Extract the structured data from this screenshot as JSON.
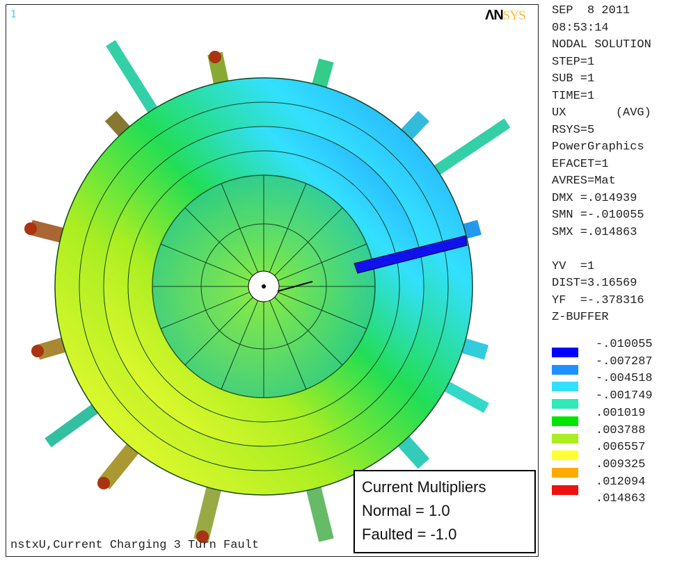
{
  "viewport": {
    "window_number": "1",
    "logo_main": "ΛN",
    "logo_rest": "SYS",
    "caption": "nstxU,Current Charging 3 Turn Fault"
  },
  "info_box": {
    "title": "Current Multipliers",
    "normal": "Normal = 1.0",
    "faulted": "Faulted = -1.0"
  },
  "panel": {
    "date": "SEP  8 2011",
    "time": "08:53:14",
    "solution": "NODAL SOLUTION",
    "step": "STEP=1",
    "sub": "SUB =1",
    "time_val": "TIME=1",
    "ux": "UX       (AVG)",
    "rsys": "RSYS=5",
    "graphics": "PowerGraphics",
    "efacet": "EFACET=1",
    "avres": "AVRES=Mat",
    "dmx": "DMX =.014939",
    "smn": "SMN =-.010055",
    "smx": "SMX =.014863",
    "yv": "YV  =1",
    "dist": "DIST=3.16569",
    "yf": "YF  =-.378316",
    "zbuffer": "Z-BUFFER"
  },
  "legend": [
    {
      "label": "-.010055",
      "color": "#0000ff"
    },
    {
      "label": "-.007287",
      "color": "#1e90ff"
    },
    {
      "label": "-.004518",
      "color": "#33e0ff"
    },
    {
      "label": "-.001749",
      "color": "#33e8b8"
    },
    {
      "label": ".001019",
      "color": "#00e600"
    },
    {
      "label": ".003788",
      "color": "#aaee22"
    },
    {
      "label": ".006557",
      "color": "#ffff33"
    },
    {
      "label": ".009325",
      "color": "#ffaa00"
    },
    {
      "label": ".012094",
      "color": "#ee1111"
    },
    {
      "label": ".014863",
      "color": ""
    }
  ]
}
